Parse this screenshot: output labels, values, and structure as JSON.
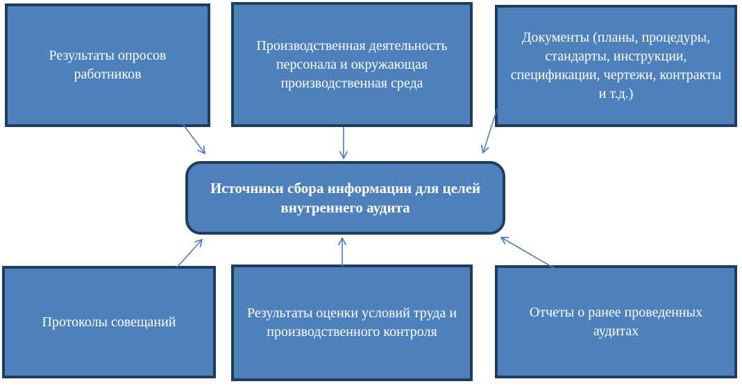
{
  "diagram": {
    "center": {
      "label": "Источники сбора информации для целей внутреннего аудита"
    },
    "nodes": {
      "top_left": {
        "label": "Результаты опросов работников"
      },
      "top_middle": {
        "label": "Производственная деятельность персонала и окружающая производственная среда"
      },
      "top_right": {
        "label": "Документы (планы, процедуры, стандарты, инструкции, спецификации, чертежи, контракты и т.д.)"
      },
      "bottom_left": {
        "label": "Протоколы совещаний"
      },
      "bottom_middle": {
        "label": "Результаты оценки условий труда и производственного контроля"
      },
      "bottom_right": {
        "label": "Отчеты о ранее проведенных аудитах"
      }
    },
    "colors": {
      "box_fill": "#4e80bc",
      "box_border": "#1f3b5e",
      "arrow": "#4d7dbd",
      "text": "#ffffff",
      "background": "#ffffff"
    }
  }
}
